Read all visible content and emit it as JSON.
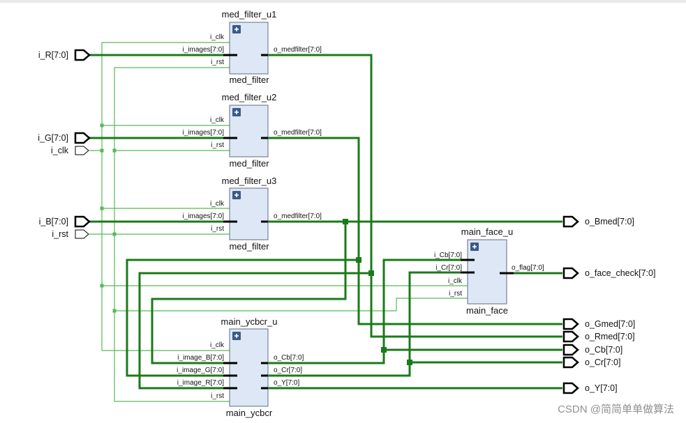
{
  "colors": {
    "bus": "#1a7a1a",
    "net": "#57b957",
    "block_fill": "#dde7f5",
    "block_stroke": "#5d6d80",
    "port_stroke": "#000000",
    "plus_box": "#3a5a8c",
    "text": "#111111",
    "watermark": "#8f8f8f"
  },
  "blocks": [
    {
      "instance": "med_filter_u1",
      "type": "med_filter",
      "pins_in": [
        "i_clk",
        "i_images[7:0]",
        "i_rst"
      ],
      "pins_out": [
        "o_medfilter[7:0]"
      ],
      "expand_icon": "plus-icon"
    },
    {
      "instance": "med_filter_u2",
      "type": "med_filter",
      "pins_in": [
        "i_clk",
        "i_images[7:0]",
        "i_rst"
      ],
      "pins_out": [
        "o_medfilter[7:0]"
      ],
      "expand_icon": "plus-icon"
    },
    {
      "instance": "med_filter_u3",
      "type": "med_filter",
      "pins_in": [
        "i_clk",
        "i_images[7:0]",
        "i_rst"
      ],
      "pins_out": [
        "o_medfilter[7:0]"
      ],
      "expand_icon": "plus-icon"
    },
    {
      "instance": "main_face_u",
      "type": "main_face",
      "pins_in": [
        "i_Cb[7:0]",
        "i_Cr[7:0]",
        "i_clk",
        "i_rst"
      ],
      "pins_out": [
        "o_flag[7:0]"
      ],
      "expand_icon": "plus-icon"
    },
    {
      "instance": "main_ycbcr_u",
      "type": "main_ycbcr",
      "pins_in": [
        "i_clk",
        "i_image_B[7:0]",
        "i_image_G[7:0]",
        "i_image_R[7:0]",
        "i_rst"
      ],
      "pins_out": [
        "o_Cb[7:0]",
        "o_Cr[7:0]",
        "o_Y[7:0]"
      ],
      "expand_icon": "plus-icon"
    }
  ],
  "inputs": [
    "i_R[7:0]",
    "i_G[7:0]",
    "i_clk",
    "i_B[7:0]",
    "i_rst"
  ],
  "outputs": [
    "o_Bmed[7:0]",
    "o_face_check[7:0]",
    "o_Gmed[7:0]",
    "o_Rmed[7:0]",
    "o_Cb[7:0]",
    "o_Cr[7:0]",
    "o_Y[7:0]"
  ],
  "watermark": "CSDN @简简单单做算法"
}
